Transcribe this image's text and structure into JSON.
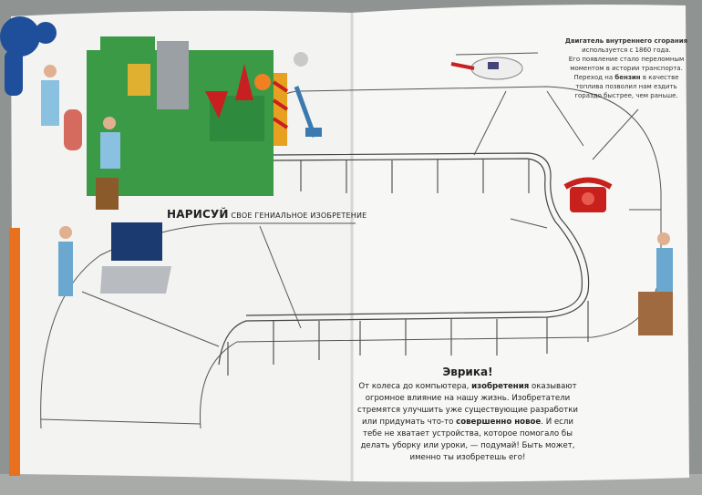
{
  "fact_box": {
    "title": "Двигатель внутреннего сгорания",
    "lines": [
      "используется с 1860 года.",
      "Его появление стало переломным",
      "моментом в истории транспорта.",
      "Переход на",
      "бензин",
      "в качестве",
      "топлива позволил нам ездить",
      "гораздо быстрее, чем раньше."
    ]
  },
  "prompt": {
    "bold": "НАРИСУЙ",
    "rest": "СВОЕ ГЕНИАЛЬНОЕ ИЗОБРЕТЕНИЕ"
  },
  "eureka": {
    "title": "Эврика!",
    "p1": "От колеса до компьютера,",
    "b1": "изобретения",
    "p2": "оказывают огромное влияние на нашу жизнь. Изобретатели стремятся улучшить уже существующие разработки или придумать что-то",
    "b2": "совершенно новое",
    "p3": ". И если тебе не хватает устройства, которое помогало бы делать уборку или уроки, — подумай! Быть может, именно ты изобретешь его!"
  },
  "colors": {
    "page": "#f6f6f4",
    "factory": "#3a9a46",
    "phone": "#c8201c",
    "edge": "#e8701e"
  }
}
